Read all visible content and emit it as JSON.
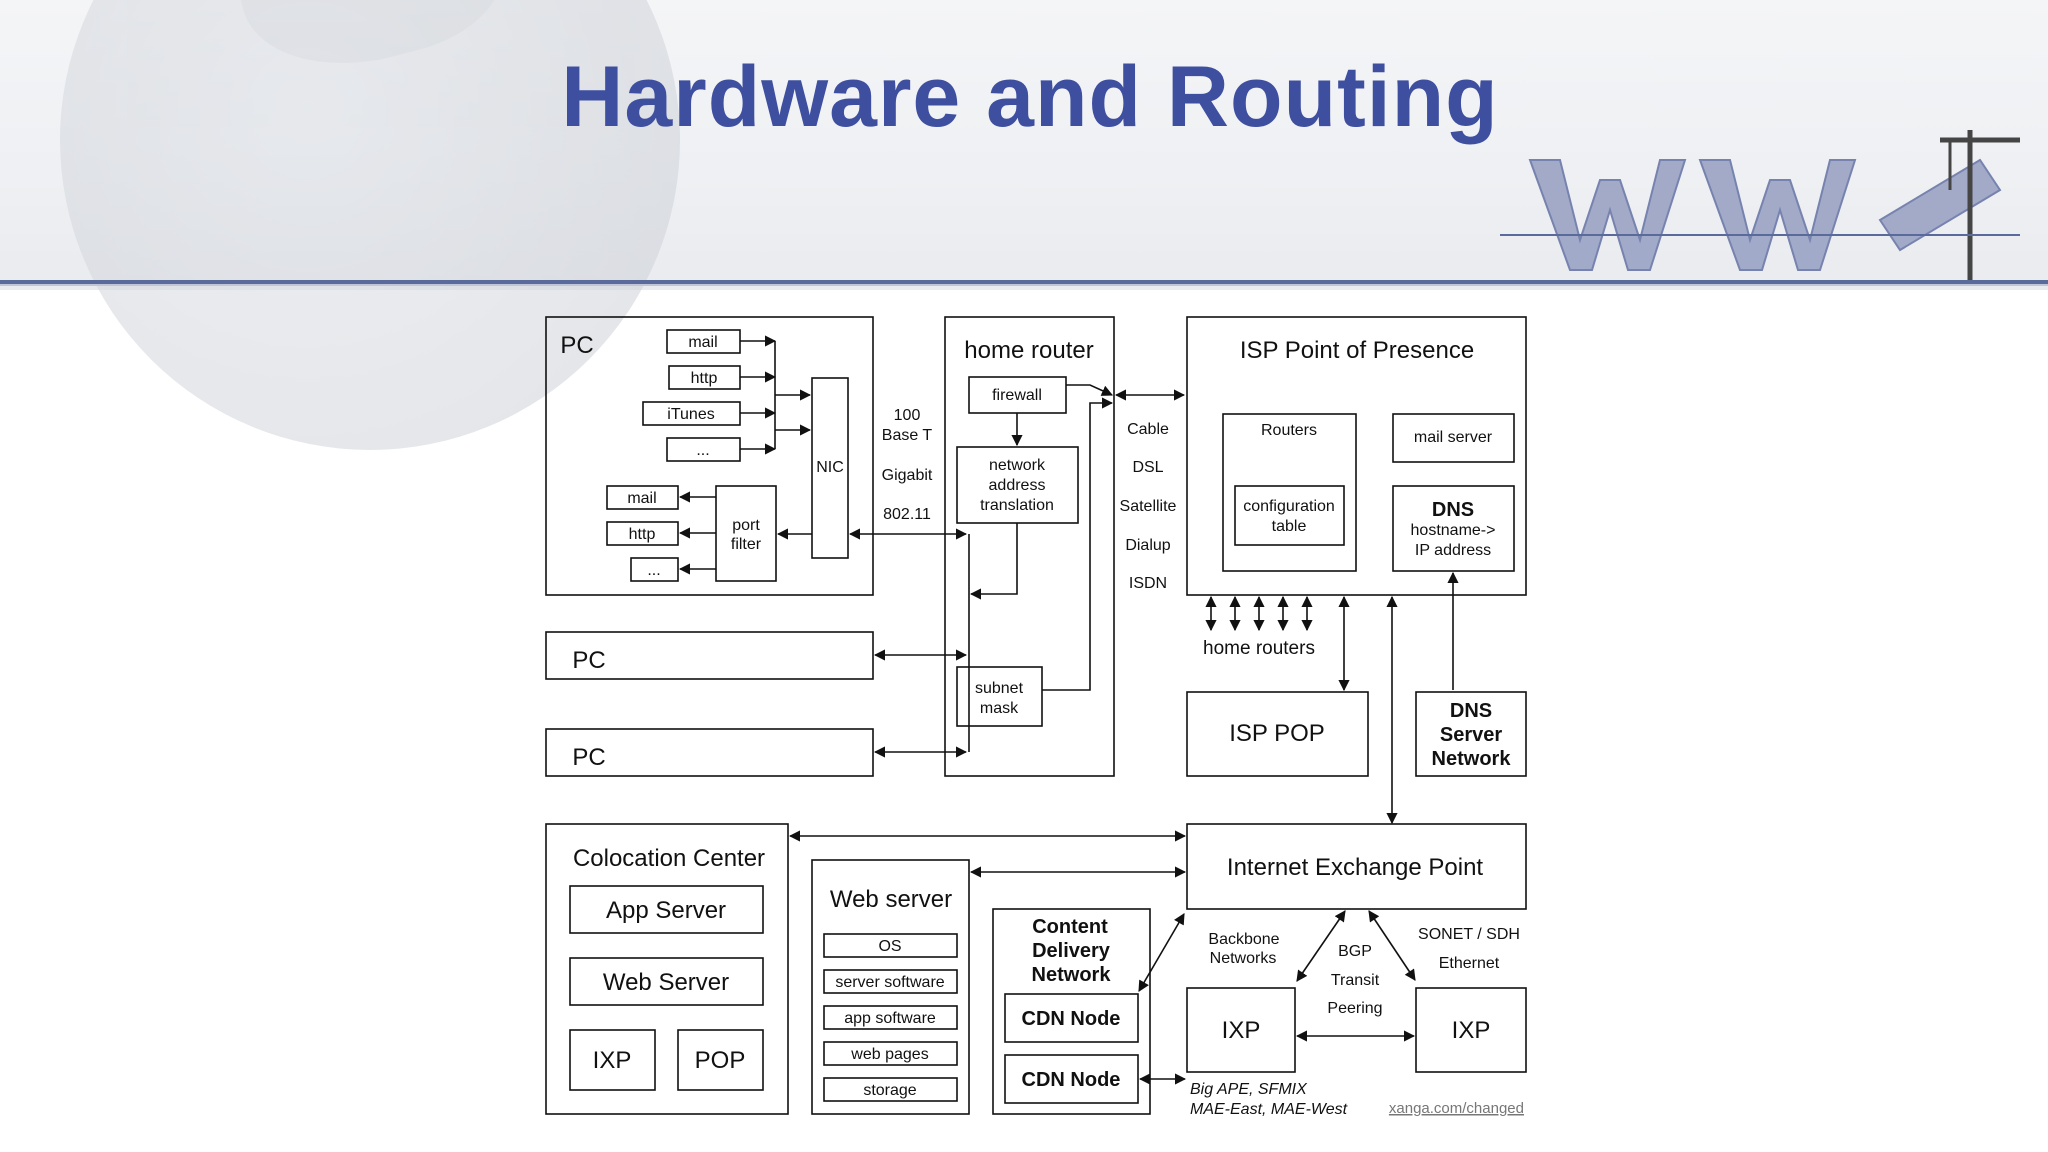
{
  "title": "Hardware and Routing",
  "colors": {
    "title": "#3e4fa0",
    "rule": "#5a6a9a"
  },
  "pc": {
    "label": "PC",
    "outgoing": [
      "mail",
      "http",
      "iTunes",
      "..."
    ],
    "nic": "NIC",
    "incoming": [
      "mail",
      "http",
      "..."
    ],
    "port_filter": "port filter",
    "others": [
      "PC",
      "PC"
    ]
  },
  "link_types": [
    "100",
    "Base T",
    "Gigabit",
    "802.11"
  ],
  "home_router": {
    "label": "home router",
    "firewall": "firewall",
    "nat": [
      "network",
      "address",
      "translation"
    ],
    "subnet": [
      "subnet",
      "mask"
    ]
  },
  "access": [
    "Cable",
    "DSL",
    "Satellite",
    "Dialup",
    "ISDN"
  ],
  "isp_pop": {
    "label": "ISP Point of Presence",
    "routers": "Routers",
    "config": [
      "configuration",
      "table"
    ],
    "mail_server": "mail server",
    "dns_title": "DNS",
    "dns_lines": [
      "hostname->",
      "IP address"
    ]
  },
  "home_routers": "home routers",
  "isp_pop_small": "ISP POP",
  "dns_network": [
    "DNS",
    "Server",
    "Network"
  ],
  "colocation": {
    "label": "Colocation Center",
    "app_server": "App Server",
    "web_server": "Web Server",
    "ixp": "IXP",
    "pop": "POP"
  },
  "web_server": {
    "label": "Web server",
    "layers": [
      "OS",
      "server software",
      "app software",
      "web pages",
      "storage"
    ]
  },
  "cdn": {
    "label": [
      "Content",
      "Delivery",
      "Network"
    ],
    "nodes": [
      "CDN Node",
      "CDN Node"
    ]
  },
  "ixp_main": "Internet Exchange Point",
  "backbone": [
    "Backbone",
    "Networks"
  ],
  "bgp": [
    "BGP",
    "Transit",
    "Peering"
  ],
  "sonet": [
    "SONET / SDH",
    "Ethernet"
  ],
  "ixp_left": "IXP",
  "ixp_right": "IXP",
  "ixp_examples": [
    "Big APE, SFMIX",
    "MAE-East, MAE-West"
  ],
  "credit": "xanga.com/changed"
}
